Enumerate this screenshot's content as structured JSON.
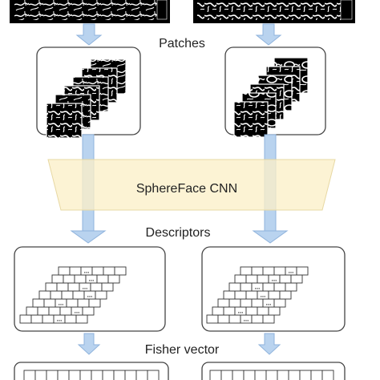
{
  "labels": {
    "patches": "Patches",
    "cnn": "SphereFace CNN",
    "descriptors": "Descriptors",
    "fisher": "Fisher vector"
  },
  "descriptor_cell_glyph": "...",
  "colors": {
    "arrow_fill": "#b9d3ef",
    "arrow_stroke": "#8fb3dc",
    "cnn_band_fill": "#fbf0c8",
    "cnn_band_stroke": "#e7d8a3",
    "box_stroke": "#444444",
    "vein_image_bg": "#000000",
    "vein_pattern": "#ffffff"
  }
}
